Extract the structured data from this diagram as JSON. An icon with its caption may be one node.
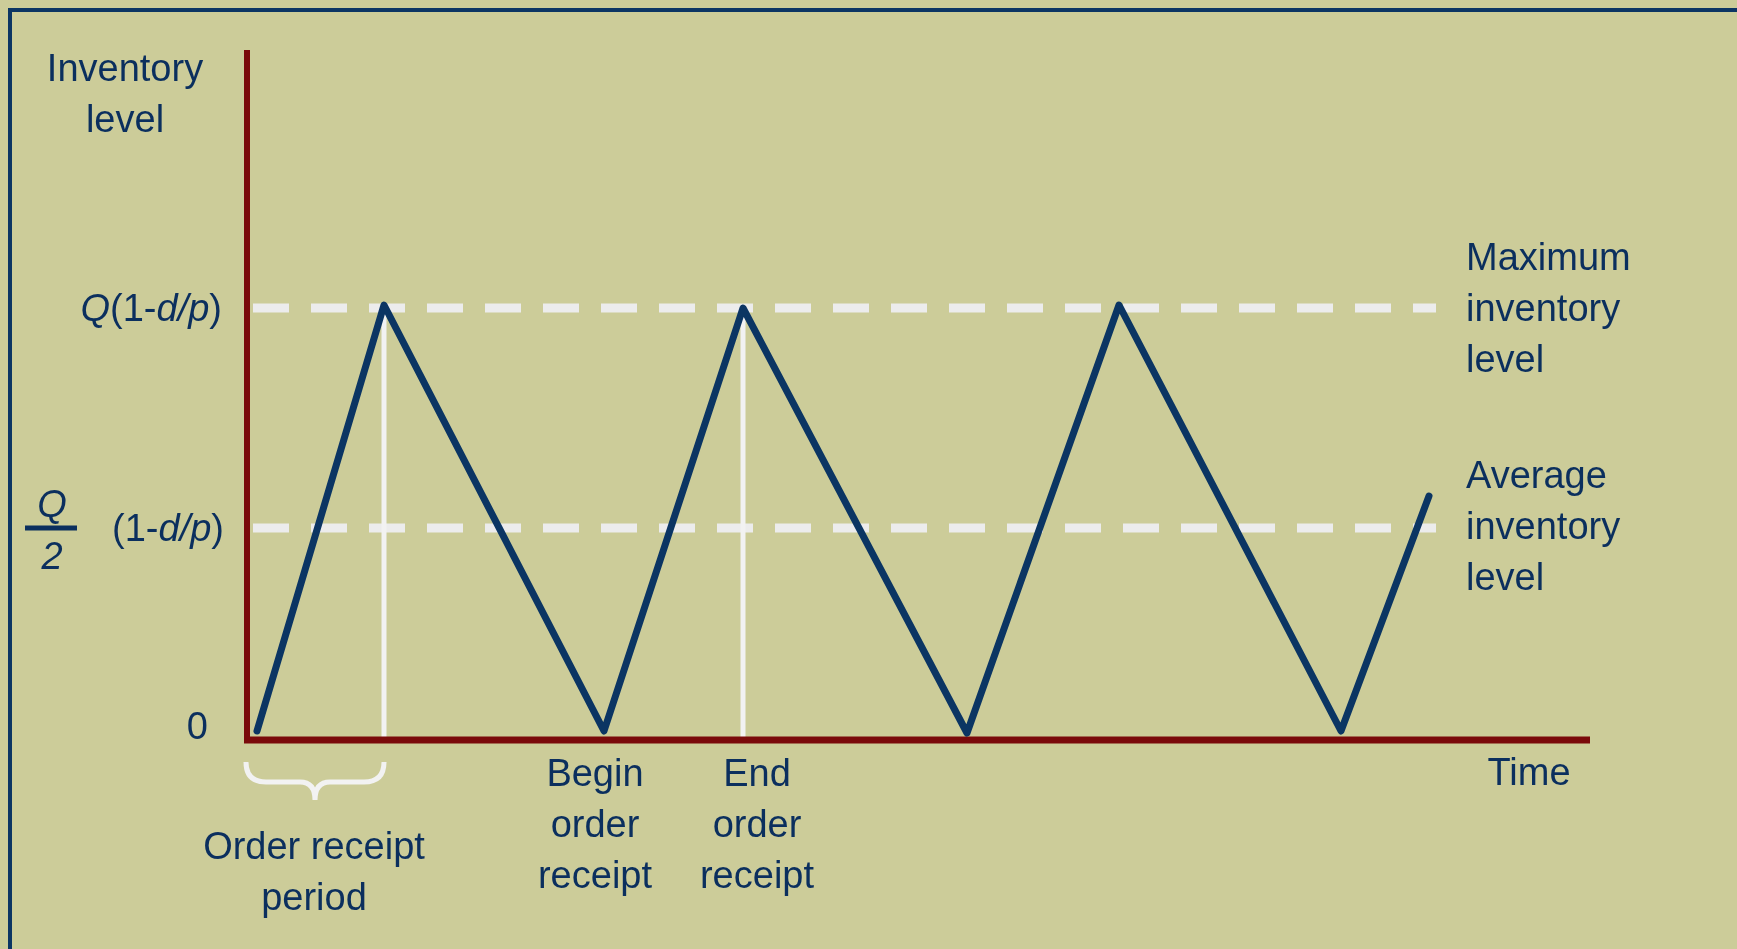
{
  "diagram": {
    "labels": [
      "Inventory level",
      "Maximum inventory level",
      "*Q*(1-*d/p*)",
      "Q",
      "(1-*d/p*)",
      "2",
      "Average inventory level",
      "0",
      "Begin order receipt",
      "End order receipt",
      "Time",
      "Order receipt period"
    ]
  }
}
